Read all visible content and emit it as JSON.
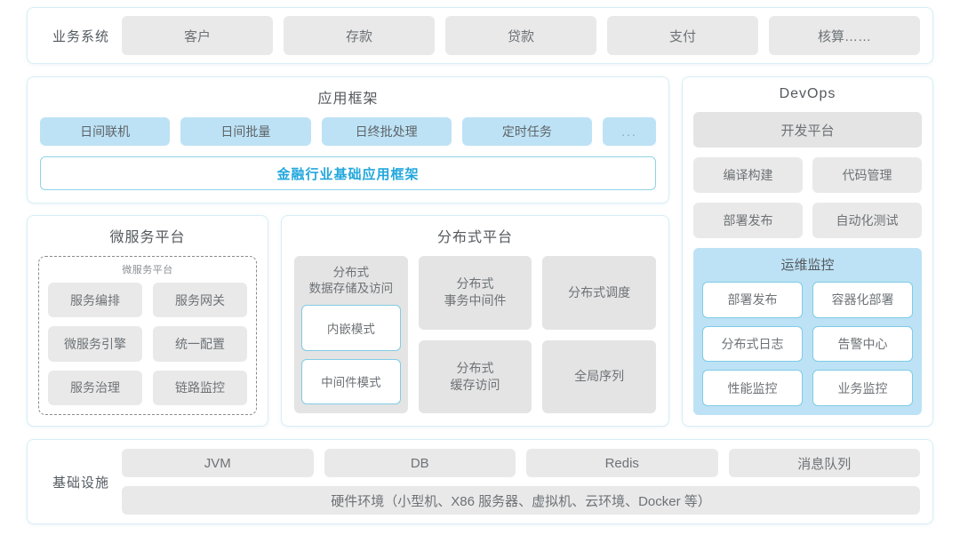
{
  "business_systems": {
    "label": "业务系统",
    "items": [
      "客户",
      "存款",
      "贷款",
      "支付",
      "核算……"
    ]
  },
  "app_framework": {
    "title": "应用框架",
    "chips": [
      "日间联机",
      "日间批量",
      "日终批处理",
      "定时任务",
      "..."
    ],
    "banner": "金融行业基础应用框架"
  },
  "micro_service": {
    "title": "微服务平台",
    "inner_label": "微服务平台",
    "items": [
      "服务编排",
      "服务网关",
      "微服务引擎",
      "统一配置",
      "服务治理",
      "链路监控"
    ]
  },
  "distributed": {
    "title": "分布式平台",
    "storage_card": {
      "title": "分布式\n数据存储及访问",
      "modes": [
        "内嵌模式",
        "中间件模式"
      ]
    },
    "cards": [
      "分布式\n事务中间件",
      "分布式调度",
      "分布式\n缓存访问",
      "全局序列"
    ]
  },
  "devops": {
    "title": "DevOps",
    "platform": "开发平台",
    "pairs": [
      [
        "编译构建",
        "代码管理"
      ],
      [
        "部署发布",
        "自动化测试"
      ]
    ],
    "monitor": {
      "title": "运维监控",
      "items": [
        "部署发布",
        "容器化部署",
        "分布式日志",
        "告警中心",
        "性能监控",
        "业务监控"
      ]
    }
  },
  "infrastructure": {
    "label": "基础设施",
    "items": [
      "JVM",
      "DB",
      "Redis",
      "消息队列"
    ],
    "hardware": "硬件环境（小型机、X86 服务器、虚拟机、云环境、Docker 等）"
  },
  "colors": {
    "panel_border": "#d6eef5",
    "chip_gray": "#e9e9e9",
    "chip_blue": "#bde2f5",
    "accent": "#22a7dd",
    "sub_border": "#7fcbe4"
  }
}
